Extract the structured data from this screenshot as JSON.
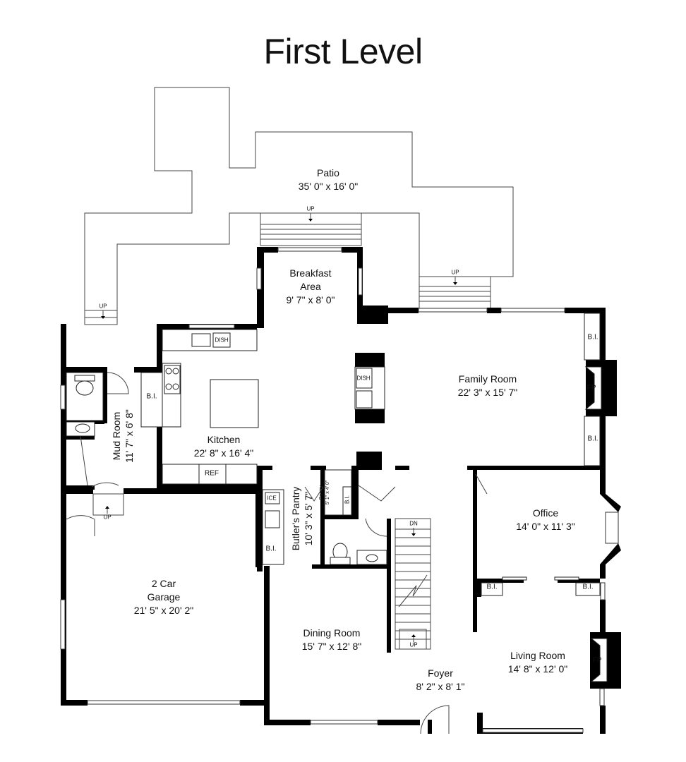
{
  "title": "First Level",
  "rooms": {
    "patio": {
      "name": "Patio",
      "dim": "35' 0\" x 16' 0\""
    },
    "breakfast": {
      "name": "Breakfast",
      "name2": "Area",
      "dim": "9' 7\" x 8' 0\""
    },
    "family": {
      "name": "Family Room",
      "dim": "22' 3\" x 15' 7\""
    },
    "kitchen": {
      "name": "Kitchen",
      "dim": "22' 8\" x 16' 4\""
    },
    "mud": {
      "name": "Mud Room",
      "dim": "11' 7\" x 6' 8\""
    },
    "butler": {
      "name": "Butler's Pantry",
      "dim": "10' 3\" x 5' 7\""
    },
    "pantry": {
      "name": "Pantry",
      "dim": "5' 1\" x 4' 0\""
    },
    "office": {
      "name": "Office",
      "dim": "14' 0\" x 11' 3\""
    },
    "garage": {
      "name": "2 Car",
      "name2": "Garage",
      "dim": "21' 5\" x 20' 2\""
    },
    "dining": {
      "name": "Dining Room",
      "dim": "15' 7\" x 12' 8\""
    },
    "living": {
      "name": "Living Room",
      "dim": "14' 8\" x 12' 0\""
    },
    "foyer": {
      "name": "Foyer",
      "dim": "8' 2\" x 8' 1\""
    }
  },
  "labels": {
    "up": "UP",
    "dn": "DN",
    "bi": "B.I.",
    "fp": "FP",
    "dish": "DISH",
    "ref": "REF",
    "ice": "ICE"
  }
}
